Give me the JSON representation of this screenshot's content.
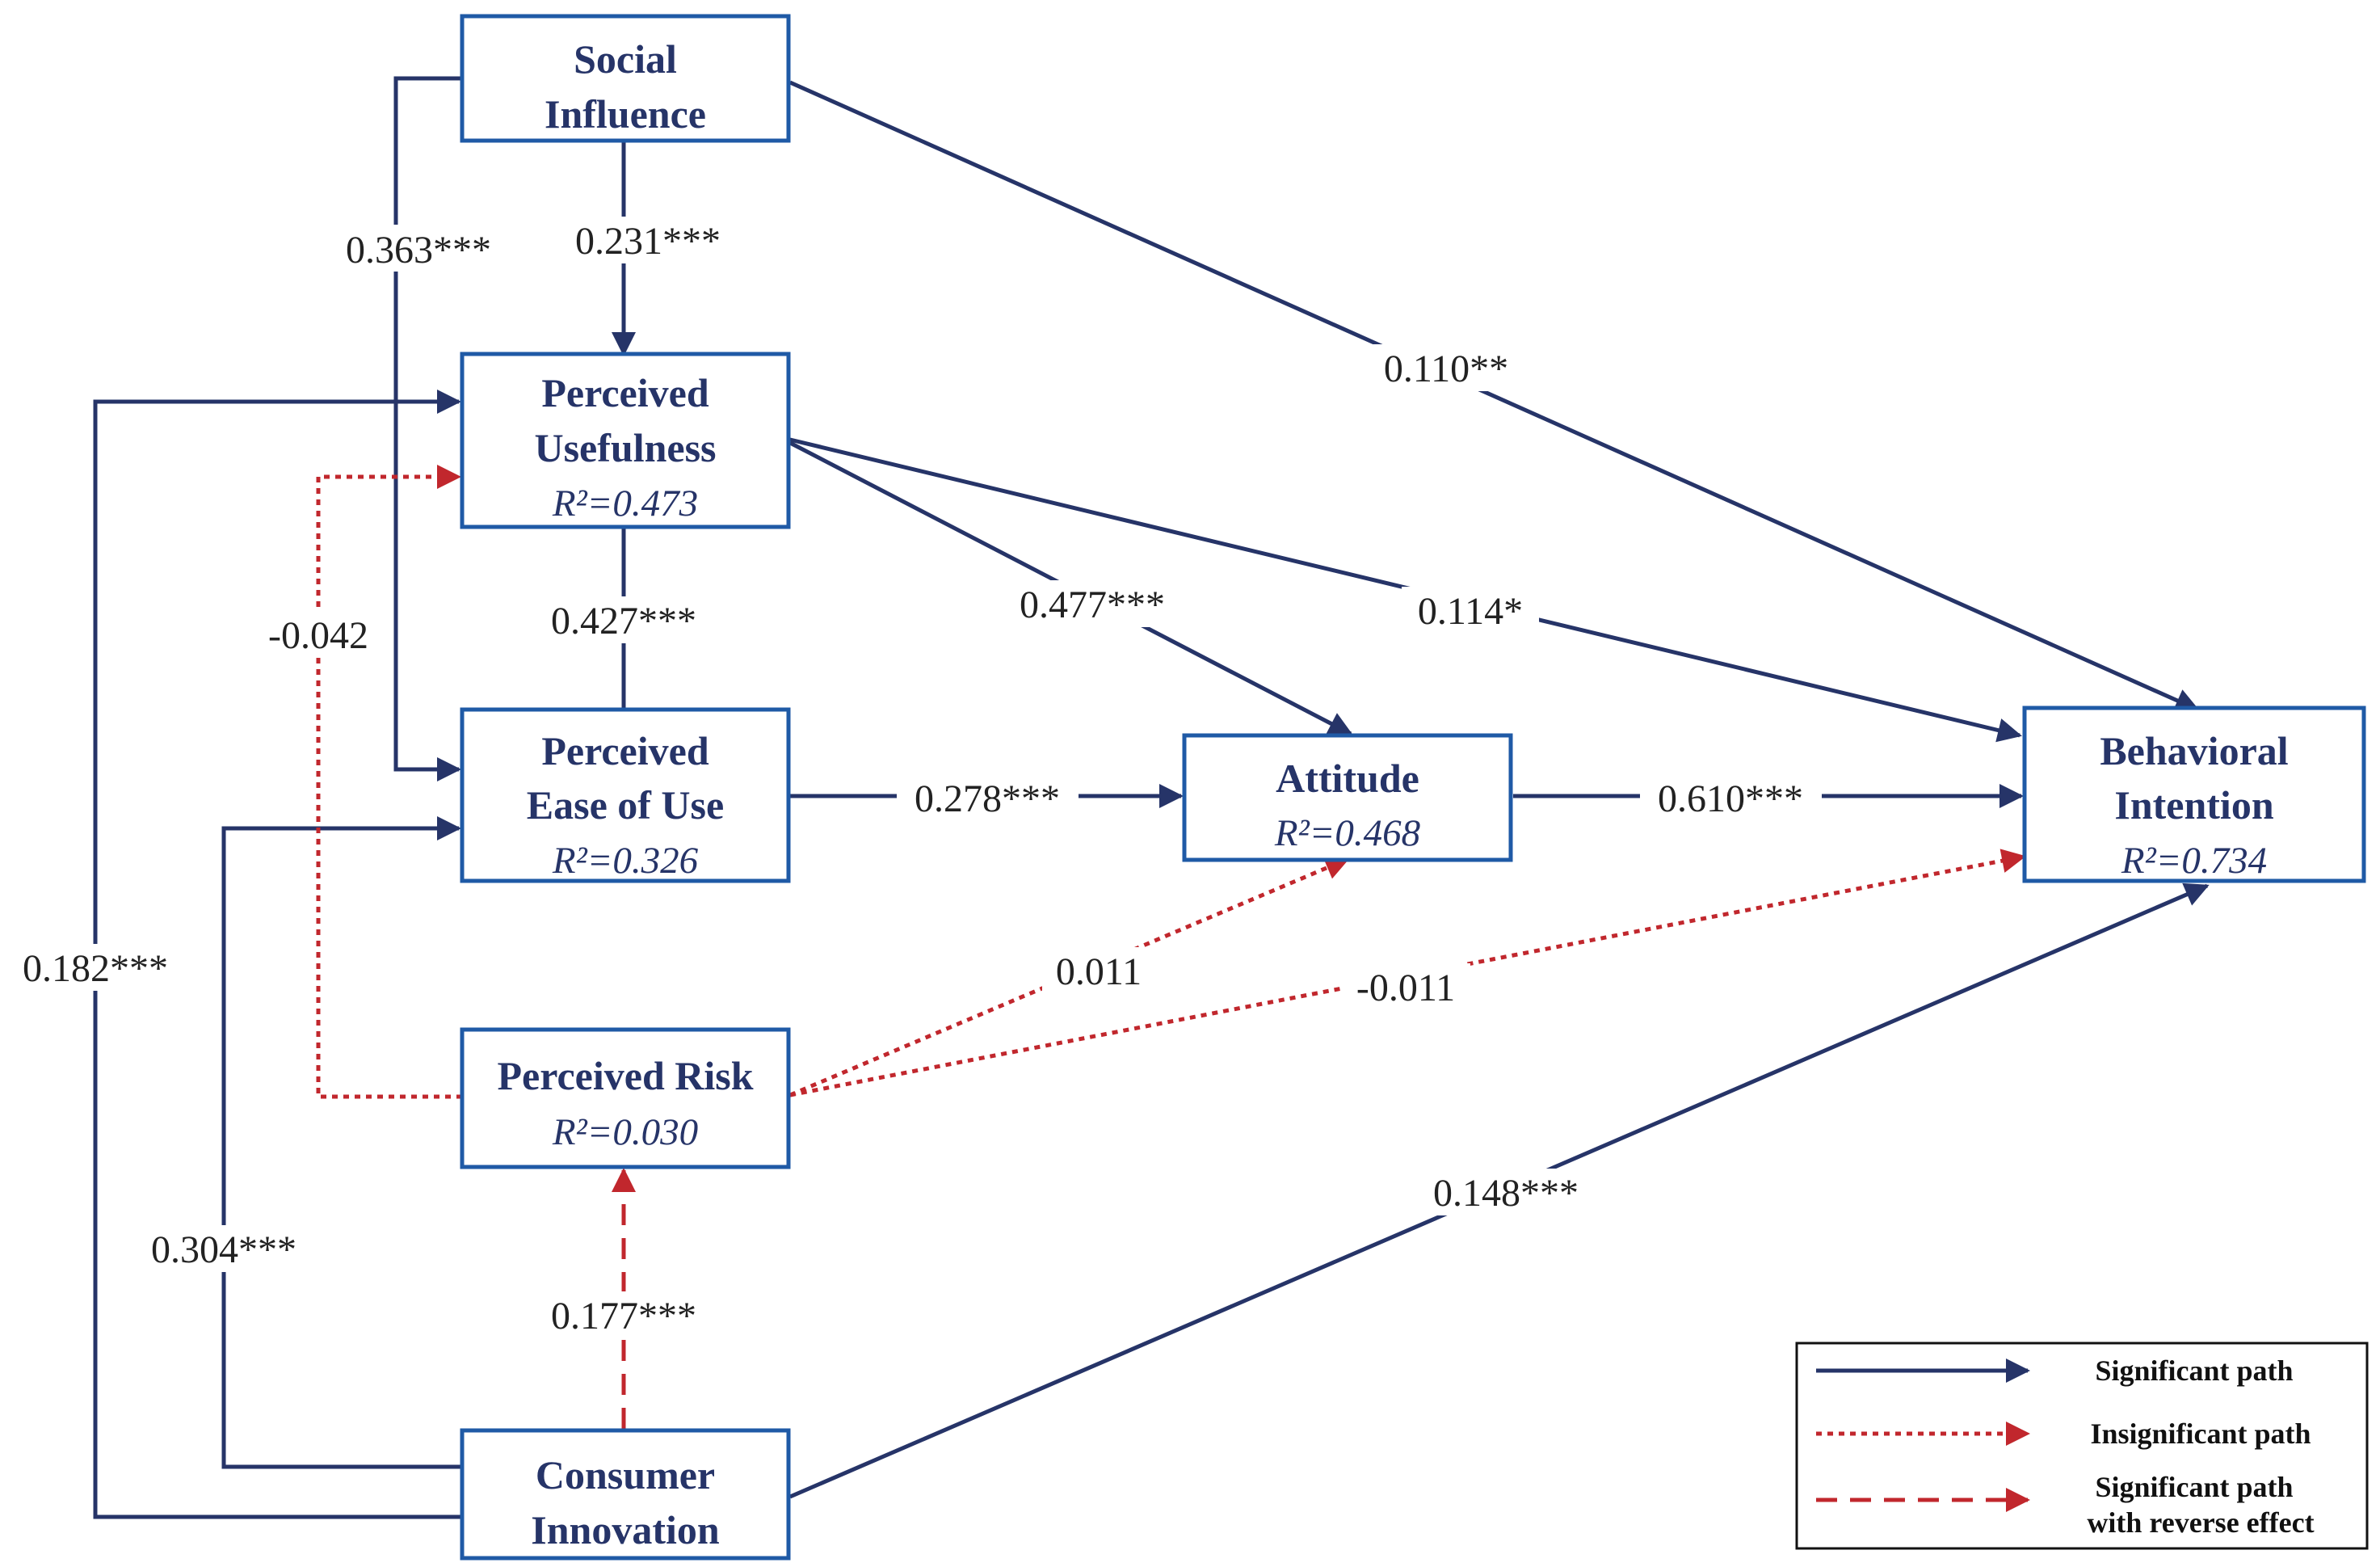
{
  "nodes": {
    "social_influence": {
      "line1": "Social",
      "line2": "Influence"
    },
    "perceived_usefulness": {
      "line1": "Perceived",
      "line2": "Usefulness",
      "r2": "R²=0.473"
    },
    "perceived_ease_of_use": {
      "line1": "Perceived",
      "line2": "Ease of Use",
      "r2": "R²=0.326"
    },
    "attitude": {
      "line1": "Attitude",
      "r2": "R²=0.468"
    },
    "behavioral_intention": {
      "line1": "Behavioral",
      "line2": "Intention",
      "r2": "R²=0.734"
    },
    "perceived_risk": {
      "line1": "Perceived Risk",
      "r2": "R²=0.030"
    },
    "consumer_innovation": {
      "line1": "Consumer",
      "line2": "Innovation"
    }
  },
  "paths": [
    {
      "from": "Social Influence",
      "to": "Perceived Ease of Use",
      "coef": "0.363***",
      "type": "significant"
    },
    {
      "from": "Social Influence",
      "to": "Perceived Usefulness",
      "coef": "0.231***",
      "type": "significant"
    },
    {
      "from": "Social Influence",
      "to": "Behavioral Intention",
      "coef": "0.110**",
      "type": "significant"
    },
    {
      "from": "Perceived Usefulness",
      "to": "Attitude",
      "coef": "0.477***",
      "type": "significant"
    },
    {
      "from": "Perceived Usefulness",
      "to": "Behavioral Intention",
      "coef": "0.114*",
      "type": "significant"
    },
    {
      "from": "Perceived Ease of Use",
      "to": "Perceived Usefulness",
      "coef": "0.427***",
      "type": "significant"
    },
    {
      "from": "Perceived Ease of Use",
      "to": "Attitude",
      "coef": "0.278***",
      "type": "significant"
    },
    {
      "from": "Attitude",
      "to": "Behavioral Intention",
      "coef": "0.610***",
      "type": "significant"
    },
    {
      "from": "Perceived Risk",
      "to": "Perceived Usefulness",
      "coef": "-0.042",
      "type": "insignificant"
    },
    {
      "from": "Perceived Risk",
      "to": "Attitude",
      "coef": "0.011",
      "type": "insignificant"
    },
    {
      "from": "Perceived Risk",
      "to": "Behavioral Intention",
      "coef": "-0.011",
      "type": "insignificant"
    },
    {
      "from": "Consumer Innovation",
      "to": "Perceived Usefulness",
      "coef": "0.182***",
      "type": "significant"
    },
    {
      "from": "Consumer Innovation",
      "to": "Perceived Ease of Use",
      "coef": "0.304***",
      "type": "significant"
    },
    {
      "from": "Consumer Innovation",
      "to": "Perceived Risk",
      "coef": "0.177***",
      "type": "significant_reverse"
    },
    {
      "from": "Consumer Innovation",
      "to": "Behavioral Intention",
      "coef": "0.148***",
      "type": "significant"
    }
  ],
  "legend": {
    "significant": "Significant path",
    "insignificant": "Insignificant path",
    "reverse_line1": "Significant path",
    "reverse_line2": "with reverse effect"
  },
  "colors": {
    "significant": "#263468",
    "insignificant": "#c1272d",
    "box_border": "#1f5aa6"
  }
}
